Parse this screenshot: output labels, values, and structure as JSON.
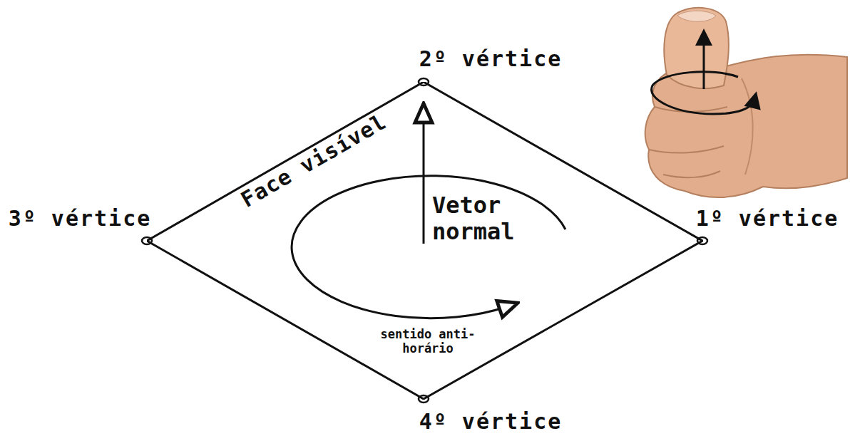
{
  "diagram": {
    "nodes": [
      {
        "text": [
          "Face visível",
          "Vetor normal",
          "sentido anti-horário"
        ]
      }
    ],
    "labels": [
      "2º vértice",
      "3º vértice",
      "1º vértice",
      "4º vértice"
    ]
  }
}
